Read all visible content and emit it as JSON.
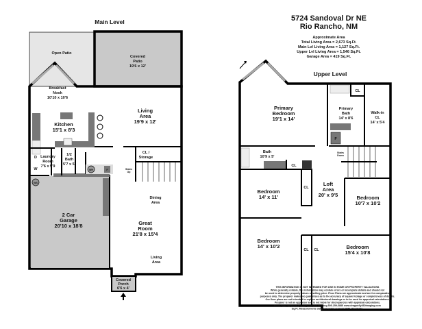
{
  "header": {
    "address_line1": "5724 Sandoval Dr NE",
    "address_line2": "Rio Rancho, NM",
    "area_title": "Approximate Area",
    "total_living": "Total Living Area = 2,673 Sq.Ft.",
    "main_living": "Main Lvl Living Area = 1,127 Sq.Ft.",
    "upper_living": "Upper Lvl Living Area = 1,546 Sq.Ft.",
    "garage_area": "Garage Area = 419 Sq.Ft."
  },
  "main_level": {
    "title": "Main Level",
    "rooms": {
      "open_patio": {
        "name": "Open Patio"
      },
      "covered_patio": {
        "name1": "Covered",
        "name2": "Patio",
        "dims": "19'6 x 12'"
      },
      "breakfast_nook": {
        "name1": "Breakfast",
        "name2": "Nook",
        "dims": "10'10 x 10'6"
      },
      "kitchen": {
        "name": "Kitchen",
        "dims": "15'1 x 8'3"
      },
      "living_area": {
        "name1": "Living",
        "name2": "Area",
        "dims": "19'9 x 12'"
      },
      "laundry": {
        "name1": "Laundry",
        "name2": "Room",
        "dims": "7'6 x 5'9",
        "dryer": "D",
        "washer": "W"
      },
      "half_bath": {
        "name1": "1/2",
        "name2": "Bath",
        "dims": "5'7 x 5'"
      },
      "cl_storage": {
        "name1": "CL /",
        "name2": "Storage"
      },
      "stairs": {
        "line1": "Stairs",
        "line2": "Up"
      },
      "water_heater": "WH",
      "furnace": "F",
      "water_softener": "WS",
      "garage": {
        "name1": "2 Car",
        "name2": "Garage",
        "dims": "20'10 x 18'8"
      },
      "dining_area": {
        "name1": "Dining",
        "name2": "Area"
      },
      "great_room": {
        "name1": "Great",
        "name2": "Room",
        "dims": "21'8 x 15'4"
      },
      "living_area_2": {
        "name1": "Living",
        "name2": "Area"
      },
      "covered_porch": {
        "name1": "Covered",
        "name2": "Porch",
        "dims": "6'6 x 4'"
      }
    }
  },
  "upper_level": {
    "title": "Upper Level",
    "rooms": {
      "primary_bedroom": {
        "name1": "Primary",
        "name2": "Bedroom",
        "dims": "19'1 x 14'"
      },
      "primary_bath": {
        "name1": "Primary",
        "name2": "Bath",
        "dims": "14' x 8'6"
      },
      "primary_cl": "CL",
      "walk_in": {
        "name1": "Walk-in",
        "name2": "CL",
        "dims": "14' x 5'4"
      },
      "furnace": "F",
      "stairs": {
        "line1": "Stairs",
        "line2": "Down"
      },
      "bath": {
        "name": "Bath",
        "dims": "10'9 x 5'"
      },
      "bath_cl": "CL",
      "bedroom_a": {
        "name": "Bedroom",
        "dims": "14' x 11'"
      },
      "bedroom_a_cl": "CL",
      "loft": {
        "name1": "Loft",
        "name2": "Area",
        "dims": "20' x  9'5"
      },
      "bedroom_b": {
        "name": "Bedroom",
        "dims": "10'7 x 10'2"
      },
      "bedroom_c": {
        "name": "Bedroom",
        "dims": "14' x 10'2"
      },
      "bedroom_c_cl": "CL",
      "bedroom_d": {
        "name": "Bedroom",
        "dims": "15'4 x 10'8"
      },
      "bedroom_d_cl": "CL"
    }
  },
  "disclaimer": [
    "THIS INFORMATION IS NOT INTENDED FOR USE IN HOME OR PROPERTY VALUATIONS",
    "While generally reliable, this information may contain errors or incomplete details and should not",
    "be used to determine property values or selling price. Floor Plans are approximate and are for comparative",
    "purposes only. The preparer makes no guarantees as to the accuracy of square footage or completeness of details.",
    "Our floor plans are not intended to replace architectural drawings or to be used for appraisal calculations.",
    "Preparer is not an appraiser and is not liable for discrepancies with appraisal calculations.",
    "Floor plan prepared by Dragonfly360 Imaging 505-259-6885  www.dragonfly360imaging.com",
    "Sq.Ft. Measurements obtained using current ANSI standards."
  ],
  "colors": {
    "patio": "#e6e6e6",
    "covered": "#c9c9c9",
    "fixture": "#777777",
    "wall": "#000000"
  },
  "icons": {
    "compass": "north-arrow-icon",
    "entry": "entry-arrow-icon"
  }
}
